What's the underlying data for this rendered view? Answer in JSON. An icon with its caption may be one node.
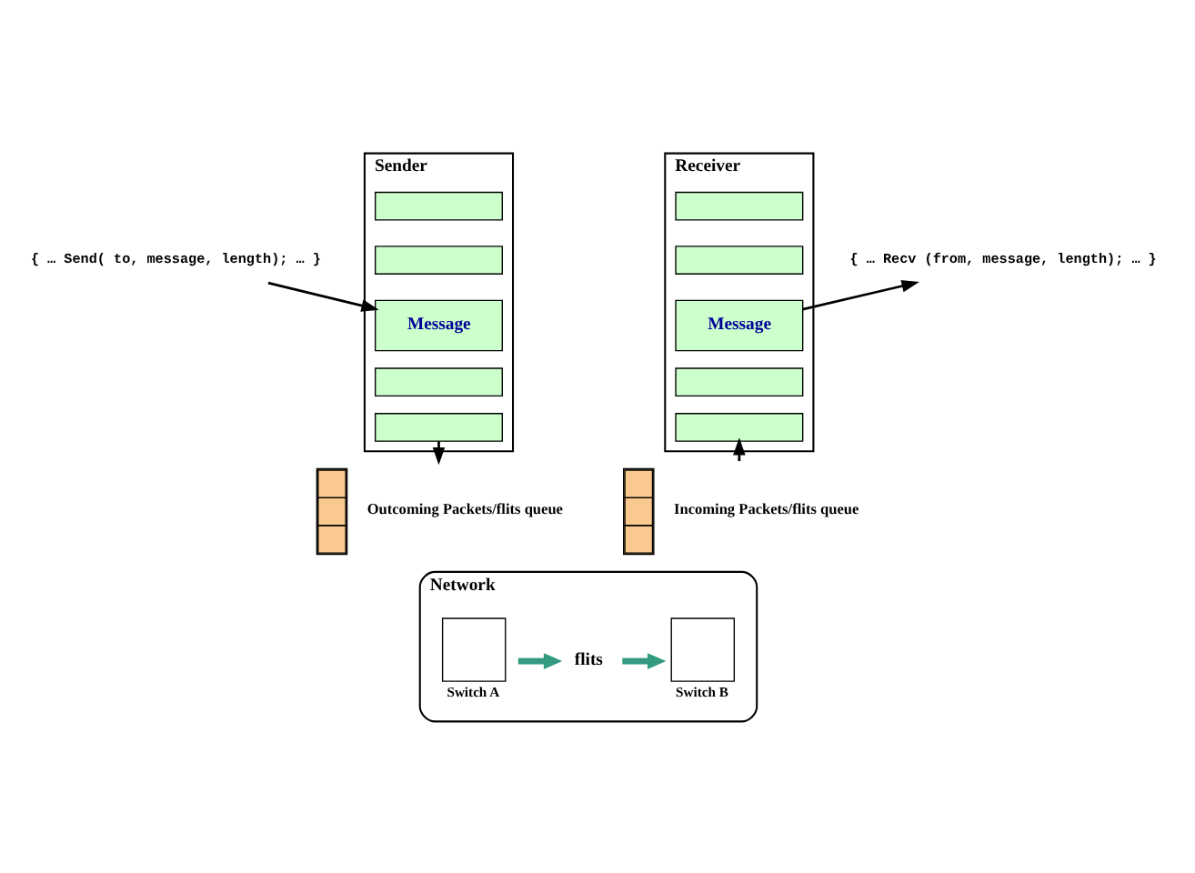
{
  "diagram": {
    "nodes": [
      {
        "text": [
          "{ … Send( to, message, length); … }"
        ]
      },
      {
        "text": [
          "{ … Recv (from, message, length); … }"
        ]
      },
      {
        "text": [
          "Sender"
        ]
      },
      {
        "text": [],
        "shape": "box",
        "in": 2
      },
      {
        "text": [],
        "shape": "box",
        "in": 2
      },
      {
        "text": [
          "Message"
        ],
        "in": 2
      },
      {
        "text": [],
        "shape": "box",
        "in": 2
      },
      {
        "text": [],
        "shape": "box",
        "in": 2
      },
      {
        "text": [
          "Receiver"
        ]
      },
      {
        "text": [],
        "shape": "box",
        "in": 8
      },
      {
        "text": [],
        "shape": "box",
        "in": 8
      },
      {
        "text": [
          "Message"
        ],
        "in": 8
      },
      {
        "text": [],
        "shape": "box",
        "in": 8
      },
      {
        "text": [],
        "shape": "box",
        "in": 8
      },
      {
        "text": [],
        "shape": "box",
        "beside": [
          "Outcoming Packets/flits queue"
        ]
      },
      {
        "text": [],
        "shape": "box",
        "beside": [
          "Incoming Packets/flits queue"
        ]
      },
      {
        "text": [
          "Network"
        ]
      },
      {
        "text": [
          "Switch A"
        ],
        "in": 16
      },
      {
        "text": [
          "flits"
        ],
        "in": 16
      },
      {
        "text": [
          "Switch B"
        ],
        "in": 16
      }
    ],
    "edges": [
      {
        "from": 0,
        "to": 5,
        "arrow": "to"
      },
      {
        "from": 11,
        "to": 1,
        "arrow": "to"
      },
      {
        "from": 7,
        "to": 14,
        "arrow": "to"
      },
      {
        "from": 15,
        "to": 13,
        "arrow": "to"
      },
      {
        "from": 17,
        "to": 18,
        "arrow": "to",
        "style": "thick",
        "color": "#339980"
      },
      {
        "from": 18,
        "to": 19,
        "arrow": "to",
        "style": "thick",
        "color": "#339980"
      }
    ]
  }
}
